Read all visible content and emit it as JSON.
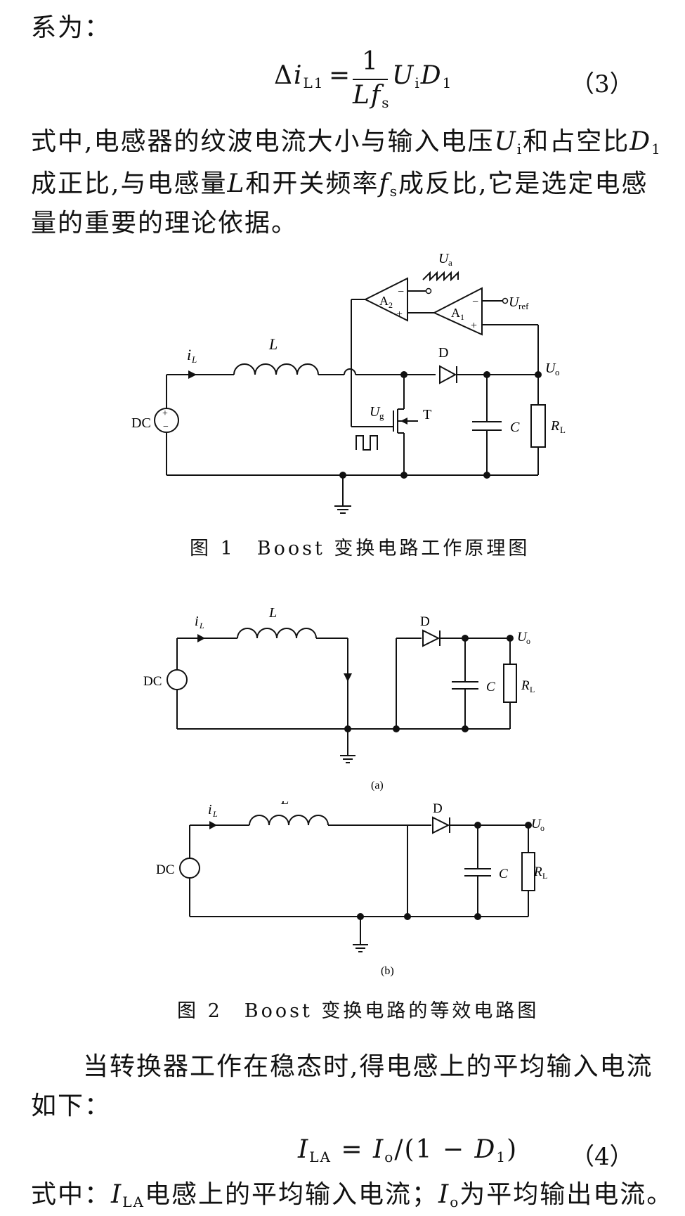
{
  "intro_text": "系为：",
  "eq3": {
    "lhs_delta": "Δ",
    "lhs_i": "i",
    "lhs_sub": "L1",
    "equals": "=",
    "frac_num": "1",
    "frac_den_L": "L",
    "frac_den_f": "f",
    "frac_den_sub": "s",
    "U": "U",
    "U_sub": "i",
    "D": "D",
    "D_sub": "1",
    "number": "（3）"
  },
  "para1": {
    "line1_a": "式中,电感器的纹波电流大小与输入电压",
    "line1_U": "U",
    "line1_Usub": "i",
    "line1_b": "和占空比",
    "line1_D": "D",
    "line1_Dsub": "1",
    "line2_a": "成正比,与电感量",
    "line2_L": "L",
    "line2_b": "和开关频率",
    "line2_f": "f",
    "line2_fsub": "s",
    "line2_c": "成反比,它是选定电感",
    "line3": "量的重要的理论依据。"
  },
  "fig1": {
    "caption": "图 1　Boost 变换电路工作原理图",
    "label_DC": "DC",
    "label_iL": "i",
    "label_iL_sub": "L",
    "label_L": "L",
    "label_D": "D",
    "label_Uo": "U",
    "label_Uo_sub": "o",
    "label_Ug": "U",
    "label_Ug_sub": "g",
    "label_T": "T",
    "label_C": "C",
    "label_RL": "R",
    "label_RL_sub": "L",
    "label_Ua": "U",
    "label_Ua_sub": "a",
    "label_Uref": "U",
    "label_Uref_sub": "ref",
    "label_A2": "A",
    "label_A2_sub": "2",
    "label_A1": "A",
    "label_A1_sub": "1",
    "plus": "+",
    "minus": "−"
  },
  "fig2": {
    "caption": "图 2　Boost 变换电路的等效电路图",
    "sub_a": "(a)",
    "sub_b": "(b)",
    "label_DC": "DC",
    "label_iL": "i",
    "label_iL_sub": "L",
    "label_L": "L",
    "label_D": "D",
    "label_Uo": "U",
    "label_Uo_sub": "o",
    "label_C": "C",
    "label_RL": "R",
    "label_RL_sub": "L"
  },
  "para2": {
    "line1": "当转换器工作在稳态时,得电感上的平均输入电流",
    "line2": "如下："
  },
  "eq4": {
    "I": "I",
    "I_sub": "LA",
    "equals": "=",
    "Io": "I",
    "Io_sub": "o",
    "rest": "/(1 − ",
    "D": "D",
    "D_sub": "1",
    "close": ")",
    "number": "（4）"
  },
  "para3": {
    "a": "式中：",
    "I": "I",
    "I_sub": "LA",
    "b": "电感上的平均输入电流；",
    "Io": "I",
    "Io_sub": "o",
    "c": "为平均输出电流。"
  }
}
